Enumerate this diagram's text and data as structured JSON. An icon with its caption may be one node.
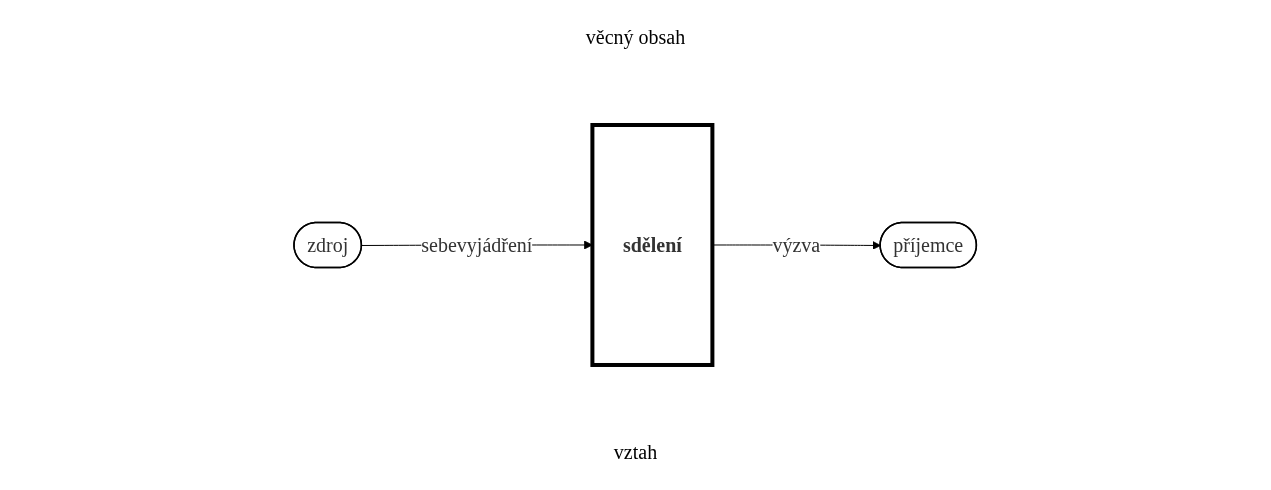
{
  "diagram": {
    "nodes": [
      {
        "text": [
          "zdroj"
        ]
      },
      {
        "text": [
          "sdělení"
        ]
      },
      {
        "text": [
          "příjemce"
        ]
      }
    ],
    "edges": [
      {
        "from": 0,
        "to": 1,
        "arrow": "to",
        "label": "sebevyjádření"
      },
      {
        "from": 1,
        "to": 2,
        "arrow": "to",
        "label": "výzva"
      }
    ],
    "labels": [
      "věcný obsah",
      "vztah"
    ]
  }
}
